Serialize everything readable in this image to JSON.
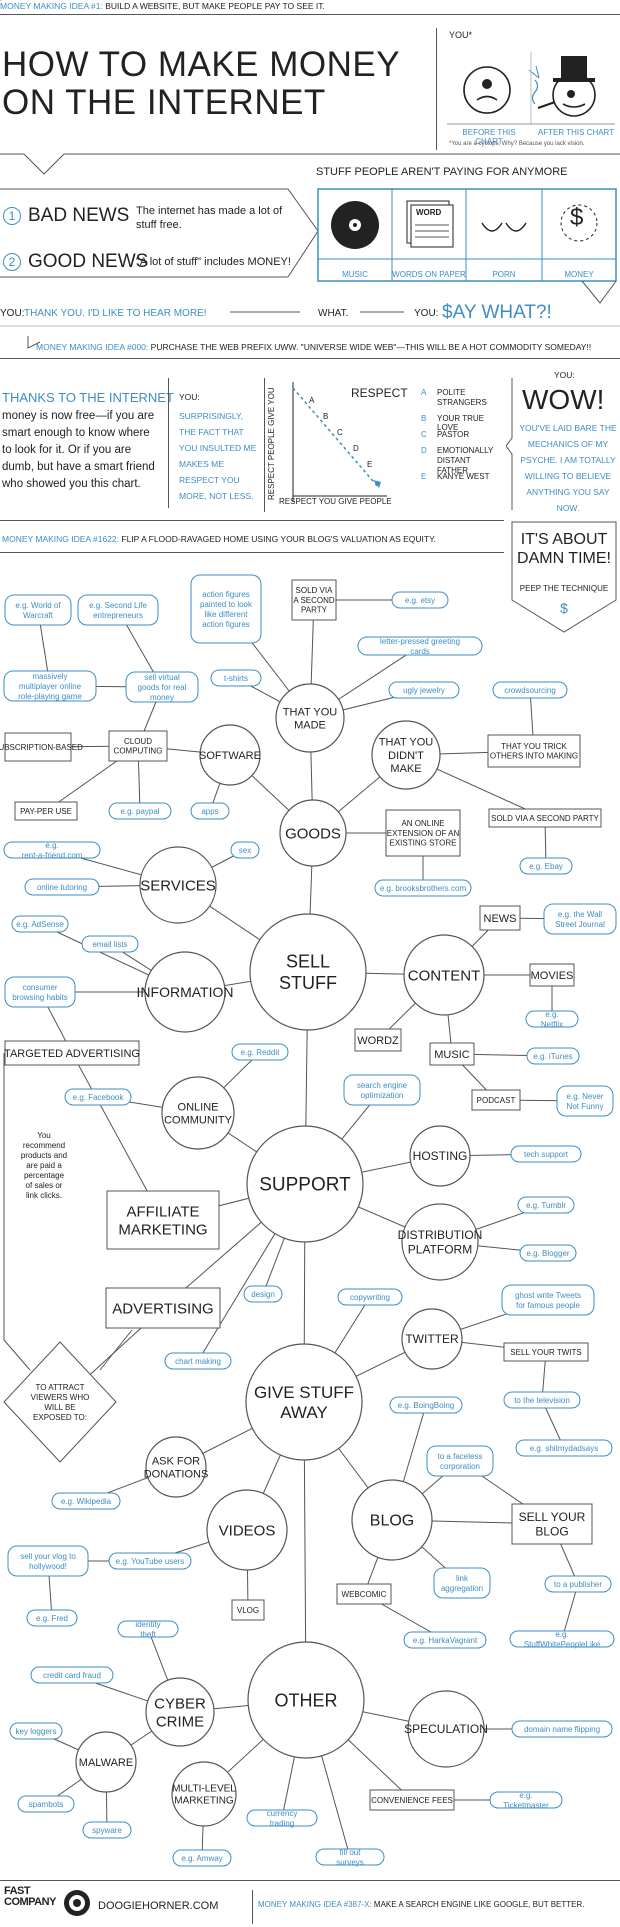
{
  "header": {
    "idea1_label": "MONEY MAKING IDEA #1:",
    "idea1_text": "BUILD A WEBSITE, BUT MAKE PEOPLE PAY TO SEE IT.",
    "title_line1": "HOW TO MAKE MONEY",
    "title_line2": "ON THE INTERNET",
    "you_label": "YOU*",
    "before_label": "BEFORE THIS CHART",
    "after_label": "AFTER THIS CHART",
    "footnote": "*You are a cyclops. Why? Because you lack vision."
  },
  "news": {
    "heading": "STUFF PEOPLE AREN'T PAYING FOR ANYMORE",
    "bad_num": "1",
    "bad_title": "BAD NEWS",
    "bad_text": "The internet has made a lot of stuff free.",
    "good_num": "2",
    "good_title": "GOOD NEWS",
    "good_text": "\"A lot of stuff\" includes MONEY!",
    "items": [
      "MUSIC",
      "WORDS ON PAPER",
      "PORN",
      "MONEY"
    ],
    "word_glyph": "WORD",
    "dollar_glyph": "$"
  },
  "dialog": {
    "you1": "YOU:",
    "you1_text": "THANK YOU. I'D LIKE TO HEAR MORE!",
    "what": "WHAT.",
    "you2": "YOU:",
    "you2_text": "$AY WHAT?!"
  },
  "idea000": {
    "label": "MONEY MAKING IDEA #000:",
    "text": "PURCHASE THE WEB PREFIX UWW. \"UNIVERSE WIDE WEB\"—THIS WILL BE A HOT COMMODITY SOMEDAY!!"
  },
  "thanks": {
    "title": "THANKS TO THE INTERNET",
    "body": "money is now free—if you are smart enough to know where to look for it. Or if you are dumb, but have a smart friend who showed you this chart."
  },
  "surprise": {
    "you": "YOU:",
    "text": "SURPRISINGLY, THE FACT THAT YOU INSULTED ME MAKES ME RESPECT YOU MORE, NOT LESS."
  },
  "respect_chart": {
    "title": "RESPECT",
    "ylabel": "RESPECT PEOPLE GIVE YOU",
    "xlabel": "RESPECT YOU GIVE PEOPLE",
    "points": [
      "A",
      "B",
      "C",
      "D",
      "E"
    ],
    "legend": [
      {
        "key": "A",
        "label": "POLITE STRANGERS"
      },
      {
        "key": "B",
        "label": "YOUR TRUE LOVE"
      },
      {
        "key": "C",
        "label": "PASTOR"
      },
      {
        "key": "D",
        "label": "EMOTIONALLY DISTANT FATHER"
      },
      {
        "key": "E",
        "label": "KANYE WEST"
      }
    ]
  },
  "wow": {
    "you": "YOU:",
    "title": "WOW!",
    "text": "YOU'VE LAID BARE THE MECHANICS OF MY PSYCHE. I AM TOTALLY WILLING TO BELIEVE ANYTHING YOU SAY NOW."
  },
  "idea1622": {
    "label": "MONEY MAKING IDEA #1622:",
    "text": "FLIP A FLOOD-RAVAGED HOME USING YOUR BLOG'S VALUATION AS EQUITY."
  },
  "about_time": {
    "title": "IT'S ABOUT DAMN TIME!",
    "sub": "PEEP THE TECHNIQUE",
    "dollar": "$"
  },
  "flow": {
    "sell": "SELL STUFF",
    "support": "SUPPORT",
    "give": "GIVE STUFF AWAY",
    "other": "OTHER",
    "goods": "GOOD­S",
    "labels": {
      "goods": "GOODS",
      "services": "SERVICES",
      "information": "INFORMATION",
      "content": "CONTENT",
      "that_you_made": "THAT YOU MADE",
      "that_you_didnt": "THAT YOU DIDN'T MAKE",
      "software": "SOFTWARE",
      "online_community": "ONLINE COMMUNITY",
      "hosting": "HOSTING",
      "distribution": "DISTRIBUTION PLATFORM",
      "twitter": "TWITTER",
      "ask_donations": "ASK FOR DONATIONS",
      "videos": "VIDEOS",
      "blog": "BLOG",
      "cyber_crime": "CYBER CRIME",
      "malware": "MALWARE",
      "multilevel": "MULTI-LEVEL MARKETING",
      "speculation": "SPECULATION"
    },
    "boxes": {
      "sold_second": "SOLD VIA A SECOND PARTY",
      "subscription": "SUBSCRIPTION-BASED",
      "cloud": "CLOUD COMPUTING",
      "pay_per_use": "PAY-PER USE",
      "trick_others": "THAT YOU TRICK OTHERS INTO MAKING",
      "online_ext": "AN ONLINE EXTENSION OF AN EXISTING STORE",
      "sold_second2": "SOLD VIA A SECOND PARTY",
      "news": "NEWS",
      "movies": "MOVIES",
      "wordz": "WORDZ",
      "music": "MUSIC",
      "podcast": "PODCAST",
      "targeted": "TARGETED ADVERTISING",
      "affiliate": "AFFILIATE MARKETING",
      "advertising": "ADVERTISING",
      "sell_twits": "SELL YOUR TWITS",
      "sell_blog": "SELL YOUR BLOG",
      "webcomic": "WEBCOMIC",
      "vlog": "VLOG",
      "convenience": "CONVENIENCE FEES"
    },
    "notes": {
      "recommend": "You recommend products and are paid a percentage of sales or link clicks.",
      "attract": "TO ATTRACT VIEWERS WHO WILL BE EXPOSED TO:"
    },
    "pills": {
      "wow": "e.g. World of Warcraft",
      "second_life": "e.g. Second Life entrepreneurs",
      "action_figures": "action figures painted to look like different action figures",
      "etsy": "e.g. etsy",
      "greeting": "letter-pressed greeting cards",
      "tshirts": "t-shirts",
      "ugly_jewelry": "ugly jewelry",
      "mmorpg": "massively multiplayer online role-playing game",
      "sell_virtual": "sell virtual goods for real money",
      "crowdsourcing": "crowdsourcing",
      "paypal": "e.g. paypal",
      "apps": "apps",
      "rent_friend": "e.g. rent-a-friend.com",
      "sex": "sex",
      "tutoring": "online tutoring",
      "brooks": "e.g. brooksbrothers.com",
      "ebay": "e.g. Ebay",
      "adsense": "e.g. AdSense",
      "email_lists": "email lists",
      "wsj": "e.g. the Wall Street Journal",
      "consumer": "consumer browsing habits",
      "netflix": "e.g. Netflix",
      "itunes": "e.g. iTunes",
      "reddit": "e.g. Reddit",
      "facebook": "e.g. Facebook",
      "seo": "search engine optimization",
      "never_not_funny": "e.g. Never Not Funny",
      "tech_support": "tech support",
      "tumblr": "e.g. Tumblr",
      "blogger": "e.g. Blogger",
      "design": "design",
      "copywriting": "copywriting",
      "ghost": "ghost write Tweets for famous people",
      "chart_making": "chart making",
      "boingboing": "e.g. BoingBoing",
      "television": "to the television",
      "shitmydad": "e.g. shitmydadsays",
      "faceless": "to a faceless corporation",
      "wikipedia": "e.g. Wikipedia",
      "vlog_hollywood": "sell your vlog to hollywood!",
      "youtube": "e.g. YouTube users",
      "link_agg": "link aggregation",
      "publisher": "to a publisher",
      "fred": "e.g. Fred",
      "harka": "e.g. HarkaVagrant",
      "swpl": "e.g. StuffWhitePeopleLike",
      "identity": "identity theft",
      "cc_fraud": "credit card fraud",
      "key_loggers": "key loggers",
      "domain": "domain name flipping",
      "spambots": "spambots",
      "currency": "currency trading",
      "ticketmaster": "e.g. Ticketmaster",
      "spyware": "spyware",
      "amway": "e.g. Amway",
      "surveys": "fill out surveys"
    }
  },
  "footer": {
    "logo": "FAST COMPANY",
    "site": "DOOGIEHORNER.COM",
    "idea_label": "MONEY MAKING IDEA #387-X:",
    "idea_text": "MAKE A SEARCH ENGINE LIKE GOOGLE, BUT BETTER."
  },
  "colors": {
    "accent": "#3d8ec4",
    "ink": "#222222",
    "rule": "#555555"
  }
}
